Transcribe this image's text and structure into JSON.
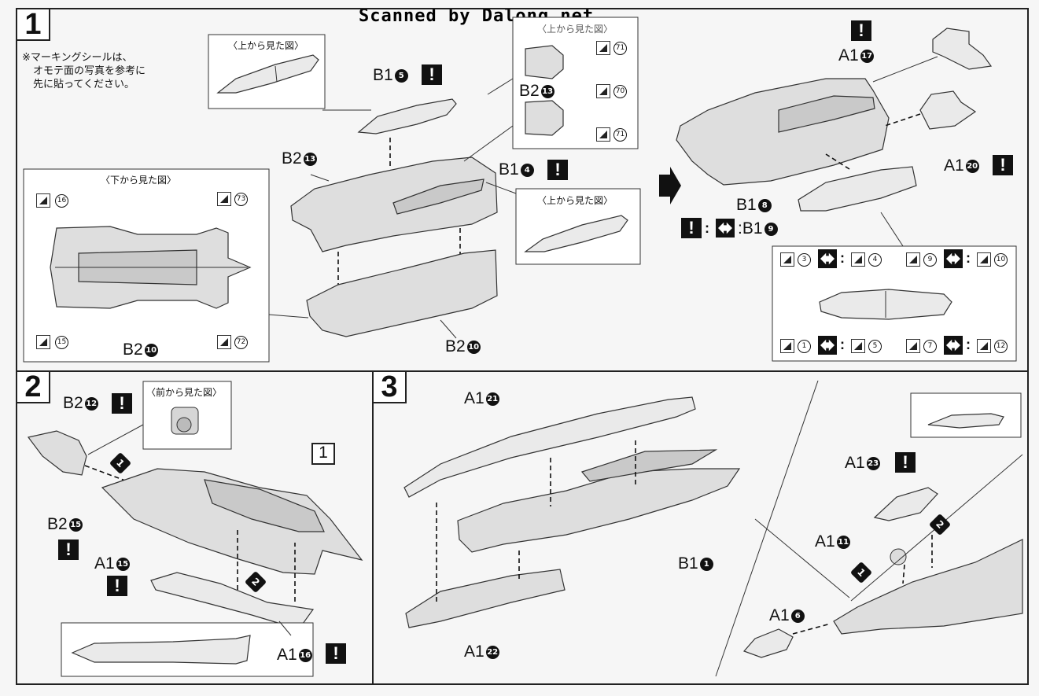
{
  "watermark": "Scanned by Dalong.net",
  "steps": [
    "1",
    "2",
    "3"
  ],
  "sticker_note": [
    "※マーキングシールは、",
    "オモテ面の写真を参考に",
    "先に貼ってください。"
  ],
  "views": {
    "top_view": "〈上から見た図〉",
    "bottom_view": "〈下から見た図〉",
    "front_view": "〈前から見た図〉",
    "top_view_partial": "〈上から見た図〉"
  },
  "step1": {
    "parts": {
      "b1_5": {
        "gate": "B1",
        "num": "5"
      },
      "b2_13_a": {
        "gate": "B2",
        "num": "13"
      },
      "b2_13_b": {
        "gate": "B2",
        "num": "13"
      },
      "b1_4": {
        "gate": "B1",
        "num": "4"
      },
      "b2_10_a": {
        "gate": "B2",
        "num": "10"
      },
      "b2_10_b": {
        "gate": "B2",
        "num": "10"
      },
      "a1_17": {
        "gate": "A1",
        "num": "17"
      },
      "a1_20": {
        "gate": "A1",
        "num": "20"
      },
      "b1_8": {
        "gate": "B1",
        "num": "8"
      },
      "b1_9": {
        "gate": "B1",
        "num": "9"
      }
    },
    "sticker_numbers_right": [
      "71",
      "70",
      "71"
    ],
    "sticker_numbers_bottom": [
      "16",
      "73",
      "15",
      "72"
    ],
    "swap_pairs": [
      {
        "left": "3",
        "right": "4"
      },
      {
        "left": "9",
        "right": "10"
      },
      {
        "left": "1",
        "right": "5"
      },
      {
        "left": "7",
        "right": "12"
      }
    ]
  },
  "step2": {
    "parts": {
      "b2_12": {
        "gate": "B2",
        "num": "12"
      },
      "b2_15": {
        "gate": "B2",
        "num": "15"
      },
      "a1_15": {
        "gate": "A1",
        "num": "15"
      },
      "a1_16": {
        "gate": "A1",
        "num": "16"
      }
    },
    "order": [
      "1",
      "2"
    ],
    "ref_step": "1"
  },
  "step3": {
    "parts": {
      "a1_21": {
        "gate": "A1",
        "num": "21"
      },
      "b1_1": {
        "gate": "B1",
        "num": "1"
      },
      "a1_22": {
        "gate": "A1",
        "num": "22"
      },
      "a1_23": {
        "gate": "A1",
        "num": "23"
      },
      "a1_11": {
        "gate": "A1",
        "num": "11"
      },
      "a1_6": {
        "gate": "A1",
        "num": "6"
      }
    },
    "order": [
      "1",
      "2"
    ]
  },
  "colors": {
    "line": "#222222",
    "background": "#f6f6f6",
    "marker": "#111111"
  }
}
